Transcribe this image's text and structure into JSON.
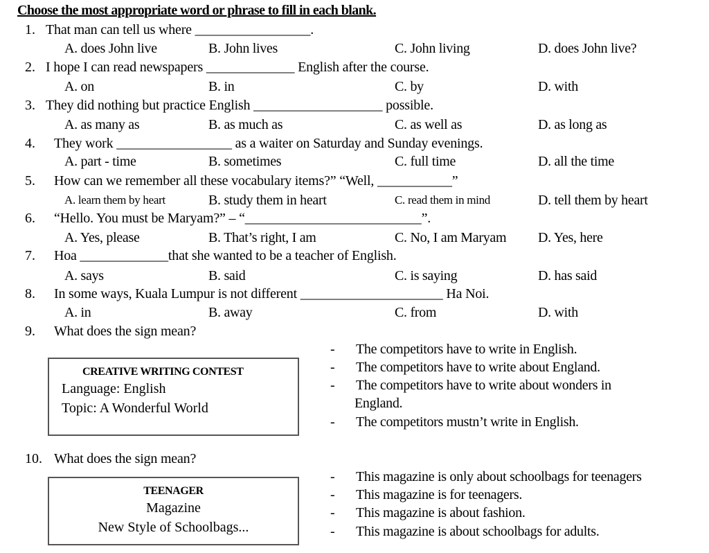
{
  "title": "Choose the most appropriate word or phrase to fill in each blank.",
  "questions": [
    {
      "num": "1.",
      "text": "That man can tell us where _________________.",
      "options": [
        "A. does John live",
        "B. John lives",
        "C. John living",
        "D. does John live?"
      ]
    },
    {
      "num": "2.",
      "text": "I hope I can read newspapers _____________ English after the course.",
      "options": [
        "A. on",
        "B. in",
        "C. by",
        "D. with"
      ]
    },
    {
      "num": "3.",
      "text": "They did nothing but practice English ___________________ possible.",
      "options": [
        "A. as many as",
        "B. as much as",
        "C. as well as",
        "D. as long as"
      ]
    },
    {
      "num": "4.",
      "text": "They work _________________ as a waiter on Saturday and Sunday evenings.",
      "options": [
        "A. part - time",
        "B. sometimes",
        "C. full time",
        "D. all the time"
      ]
    },
    {
      "num": "5.",
      "text": "How can we remember all these vocabulary items?” “Well, ___________”",
      "options": [
        "A. learn them by heart",
        "B. study them in heart",
        "C. read them in mind",
        "D. tell them by heart"
      ]
    },
    {
      "num": "6.",
      "text": "“Hello. You must be Maryam?” – “__________________________”.",
      "options": [
        "A. Yes, please",
        "B. That’s right, I am",
        "C. No, I am Maryam",
        "D. Yes, here"
      ]
    },
    {
      "num": "7.",
      "text": "Hoa _____________that she wanted to be a teacher of English.",
      "options": [
        "A. says",
        "B. said",
        "C. is saying",
        "D. has said"
      ]
    },
    {
      "num": "8.",
      "text": "In some ways, Kuala Lumpur is not different _____________________ Ha Noi.",
      "options": [
        "A. in",
        "B. away",
        "C. from",
        "D. with"
      ]
    }
  ],
  "q9": {
    "num": "9.",
    "text": "What does the sign mean?",
    "sign": {
      "head": "CREATIVE WRITING CONTEST",
      "line1": "Language: English",
      "line2": "Topic: A Wonderful World"
    },
    "answers": [
      "The competitors have to write in English.",
      "The competitors have to write about England.",
      "The competitors have to write about wonders in",
      "England.",
      "The competitors mustn’t write in English."
    ]
  },
  "q10": {
    "num": "10.",
    "text": "What does the sign mean?",
    "sign": {
      "head": "TEENAGER",
      "line1": "Magazine",
      "line2": "New Style of Schoolbags..."
    },
    "answers": [
      "This magazine is only about schoolbags for teenagers",
      "This magazine is for teenagers.",
      "This magazine is about fashion.",
      "This magazine is about schoolbags for adults."
    ]
  }
}
